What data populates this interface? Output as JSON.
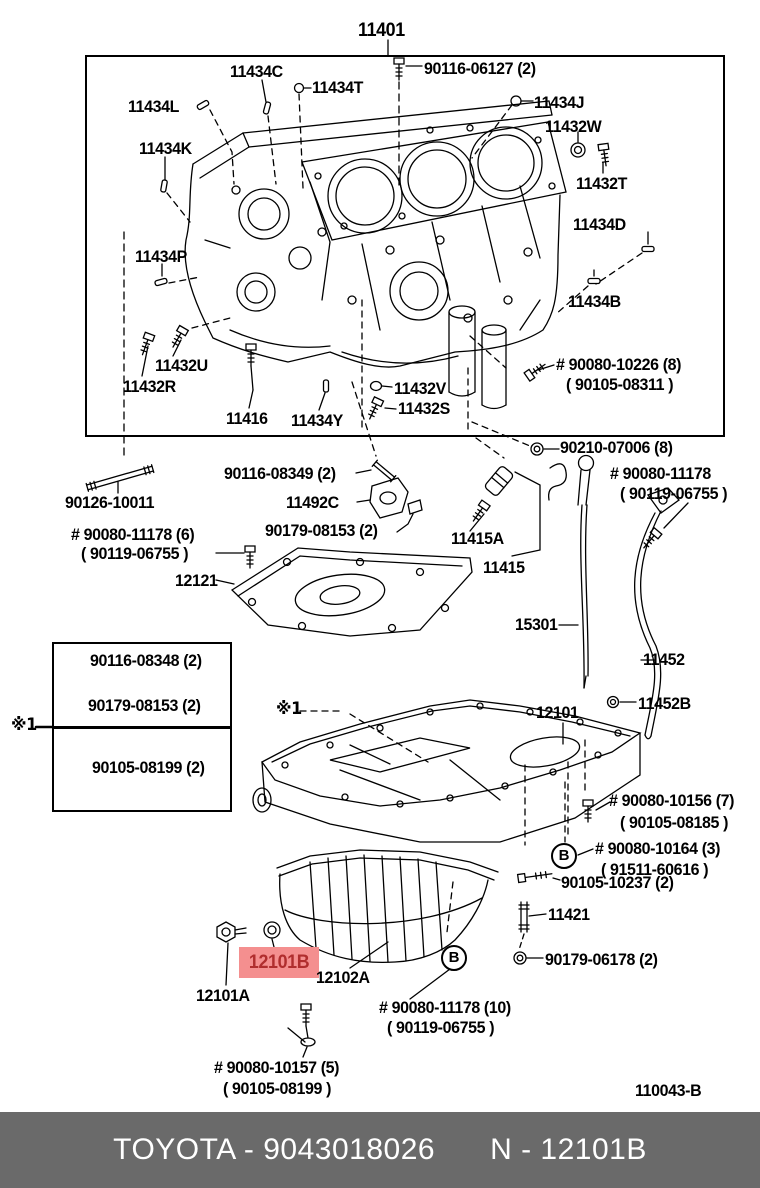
{
  "colors": {
    "line": "#000000",
    "highlight_bg": "#f48f8f",
    "highlight_text": "#b02e2e",
    "footer_bg": "#6a6a6a"
  },
  "footer": {
    "left": "TOYOTA - 9043018026",
    "right": "N - 12101B"
  },
  "doc_code": "110043-B",
  "circle_b": "B",
  "ref_mark": "※1",
  "labels": {
    "t11401": "11401",
    "b90116_06127": "90116-06127 (2)",
    "t11434C": "11434C",
    "t11434T": "11434T",
    "t11434L": "11434L",
    "t11434J": "11434J",
    "t11432W": "11432W",
    "t11434K": "11434K",
    "t11432T": "11432T",
    "t11434D": "11434D",
    "t11434P": "11434P",
    "t11434B": "11434B",
    "h90080_10226": "# 90080-10226 (8)",
    "a90105_08311": "( 90105-08311 )",
    "t11432U": "11432U",
    "t11432R": "11432R",
    "t11416": "11416",
    "t11434Y": "11434Y",
    "t11432V": "11432V",
    "t11432S": "11432S",
    "b90210_07006": "90210-07006 (8)",
    "b90116_08349": "90116-08349 (2)",
    "t11492C": "11492C",
    "h90080_11178": "# 90080-11178",
    "a90119_06755": "( 90119-06755 )",
    "b90126_10011": "90126-10011",
    "n90179_08153": "90179-08153 (2)",
    "h90080_11178_6": "# 90080-11178 (6)",
    "a90119_06755_6": "( 90119-06755 )",
    "t11415A": "11415A",
    "t12121": "12121",
    "t11415": "11415",
    "t15301": "15301",
    "t11452": "11452",
    "t11452B": "11452B",
    "box_90116_08348": "90116-08348 (2)",
    "box_90179_08153": "90179-08153 (2)",
    "box_90105_08199": "90105-08199 (2)",
    "t12101": "12101",
    "h90080_10156": "# 90080-10156 (7)",
    "a90105_08185": "( 90105-08185 )",
    "h90080_10164": "# 90080-10164 (3)",
    "a91511_60616": "( 91511-60616 )",
    "b90105_10237": "90105-10237 (2)",
    "t11421": "11421",
    "n90179_06178": "90179-06178 (2)",
    "t12101B": "12101B",
    "t12102A": "12102A",
    "t12101A": "12101A",
    "h90080_11178_10": "# 90080-11178 (10)",
    "a90119_06755_10": "( 90119-06755 )",
    "h90080_10157": "# 90080-10157 (5)",
    "a90105_08199b": "( 90105-08199 )"
  }
}
